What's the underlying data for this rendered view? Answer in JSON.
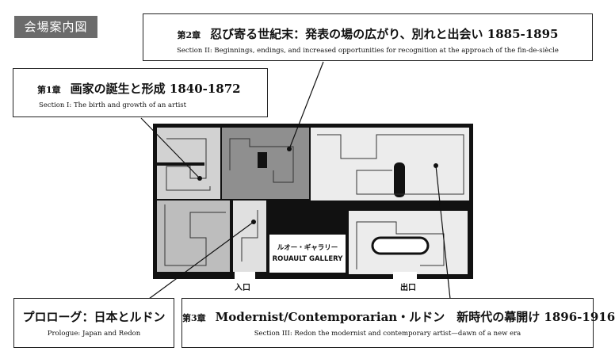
{
  "header": {
    "tag": "会場案内図"
  },
  "sections": {
    "s2": {
      "chapter": "第2章",
      "title": "忍び寄る世紀末：発表の場の広がり、別れと出会い 1885-1895",
      "subtitle": "Section II: Beginnings, endings, and increased opportunities for recognition at the approach of the fin-de-siècle"
    },
    "s1": {
      "chapter": "第1章",
      "title": "画家の誕生と形成 1840-1872",
      "subtitle": "Section I: The birth and growth of an artist"
    },
    "prologue": {
      "title": "プロローグ：日本とルドン",
      "subtitle": "Prologue: Japan and Redon"
    },
    "s3": {
      "chapter": "第3章",
      "title": "Modernist/Contemporarian・ルドン　新時代の幕開け 1896-1916",
      "subtitle": "Section III: Redon the modernist and contemporary artist—dawn of a new era"
    }
  },
  "map": {
    "gallery_jp": "ルオー・ギャラリー",
    "gallery_en": "ROUAULT GALLERY",
    "entrance": "入口",
    "exit": "出口"
  },
  "colors": {
    "dark_gray": "#8f8f8f",
    "mid_gray": "#bdbdbd",
    "light_gray": "#e9e9e9",
    "wall": "#111111"
  }
}
